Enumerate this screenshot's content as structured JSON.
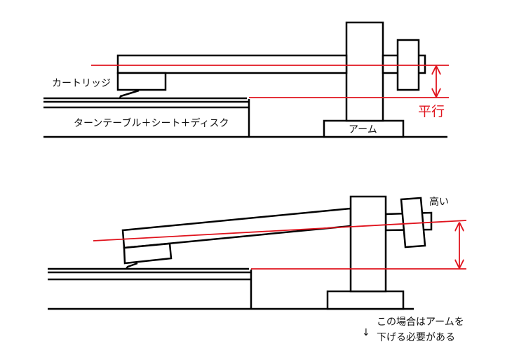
{
  "top_diagram": {
    "cartridge_label": "カートリッジ",
    "turntable_label": "ターンテーブル＋シート＋ディスク",
    "arm_label": "アーム",
    "parallel_label": "平行"
  },
  "bottom_diagram": {
    "high_label": "高い",
    "note_line1": "この場合はアームを",
    "note_line2": "下げる必要がある",
    "note_arrow": "↓"
  },
  "colors": {
    "reference_line": "#e0141e",
    "outline": "#000000"
  }
}
